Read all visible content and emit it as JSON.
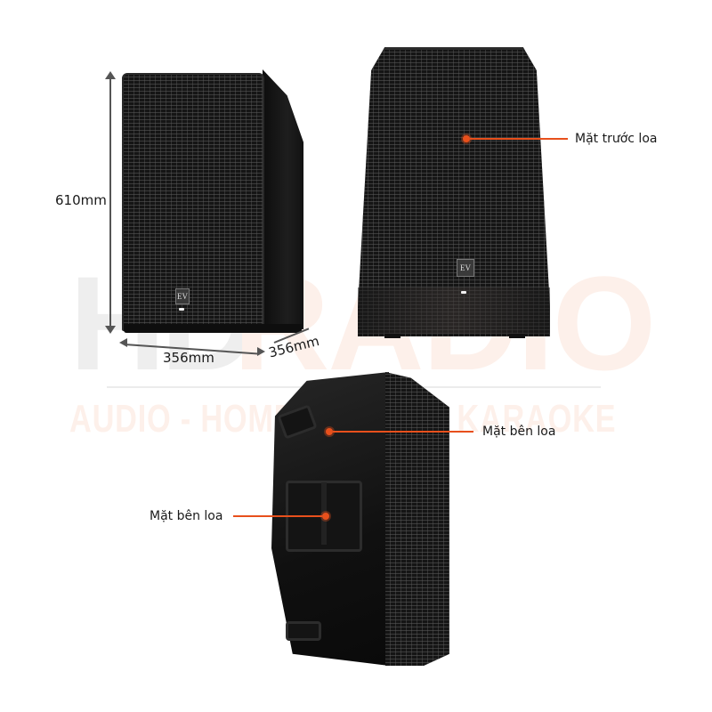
{
  "watermark": {
    "brand_left": "HD",
    "brand_right": "RADIO",
    "tagline": "AUDIO - HOME CINEMA - KARAOKE",
    "colors": {
      "gray": "#eeeeee",
      "tint": "#fdf0ea"
    }
  },
  "dimensions": {
    "height": "610mm",
    "width": "356mm",
    "depth": "356mm"
  },
  "callouts": {
    "front": "Mặt trước loa",
    "side_right": "Mặt bên loa",
    "side_left": "Mặt bên loa",
    "accent_color": "#e8501c"
  },
  "speakers": {
    "logo": "EV"
  }
}
